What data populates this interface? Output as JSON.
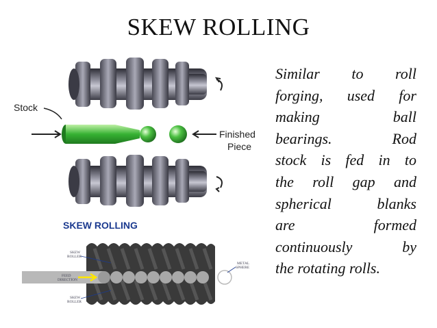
{
  "slide": {
    "title": "SKEW ROLLING",
    "paragraph_lines": [
      "Similar to roll",
      "forging, used for",
      "making ball",
      "bearings. Rod",
      "stock is fed in to",
      "the roll gap and",
      "spherical blanks",
      "are formed",
      "continuously by",
      "the rotating rolls."
    ]
  },
  "figure_top": {
    "stock_label": "Stock",
    "finished_label_line1": "Finished",
    "finished_label_line2": "Piece",
    "colors": {
      "roll": "#5a5a66",
      "stock": "#2fa52f",
      "ball": "#39b53a"
    }
  },
  "figure_bottom": {
    "title": "SKEW ROLLING",
    "skew_roller_top_line1": "SKEW",
    "skew_roller_top_line2": "ROLLER",
    "skew_roller_bottom_line1": "SKEW",
    "skew_roller_bottom_line2": "ROLLER",
    "feed_line1": "FEED",
    "feed_line2": "DIRECTION",
    "metal_sphere_line1": "METAL",
    "metal_sphere_line2": "SPHERE",
    "colors": {
      "title": "#1b3a8f",
      "roll": "#3a3a3a",
      "feed_arrow": "#ffe600"
    }
  }
}
